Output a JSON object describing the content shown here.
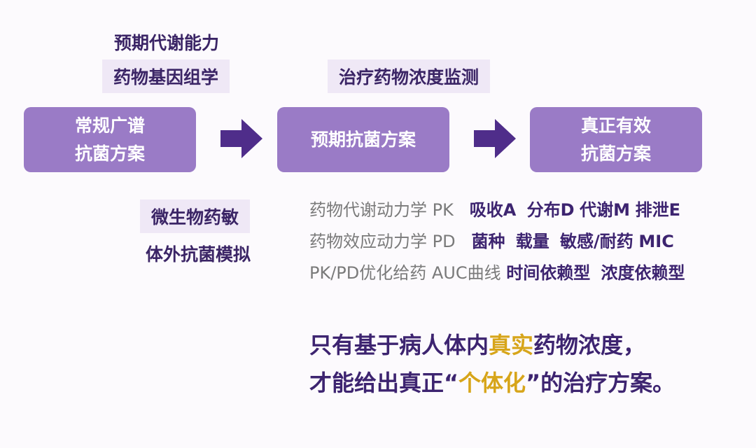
{
  "top_left": {
    "line1": "预期代谢能力",
    "tag": "药物基因组学"
  },
  "top_middle": {
    "tag": "治疗药物浓度监测"
  },
  "boxes": [
    {
      "line1": "常规广谱",
      "line2": "抗菌方案"
    },
    {
      "line1": "预期抗菌方案"
    },
    {
      "line1": "真正有效",
      "line2": "抗菌方案"
    }
  ],
  "bottom_left": {
    "tag": "微生物药敏",
    "line2": "体外抗菌模拟"
  },
  "rows": [
    {
      "label": "药物代谢动力学  PK",
      "items": [
        "吸收A",
        "分布D",
        "代谢M",
        "排泄E"
      ]
    },
    {
      "label": "药物效应动力学  PD",
      "items": [
        "菌种",
        "载量",
        "敏感/耐药",
        "MIC"
      ]
    },
    {
      "label": "PK/PD优化给药  AUC曲线",
      "items": [
        "时间依赖型",
        "浓度依赖型"
      ]
    }
  ],
  "conclusion": {
    "l1_a": "只有基于病人体内",
    "l1_hl": "真实",
    "l1_b": "药物浓度，",
    "l2_a": "才能给出真正“",
    "l2_hl": "个体化",
    "l2_b": "”的治疗方案。"
  },
  "colors": {
    "box": "#9a7bc6",
    "arrow": "#4f2d8a",
    "text": "#3d2470",
    "highlight": "#d7a51a"
  }
}
